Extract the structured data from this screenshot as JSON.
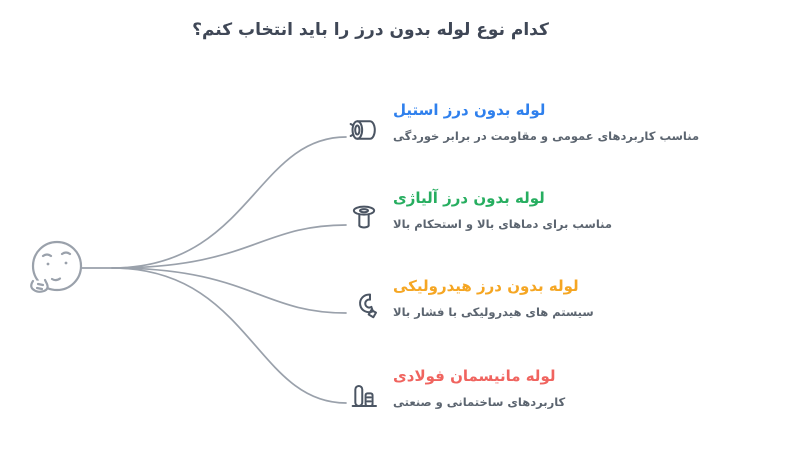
{
  "page": {
    "title": "کدام نوع لوله بدون درز را باید انتخاب کنم؟"
  },
  "colors": {
    "title": "#3f4756",
    "subtitle": "#5c6570",
    "connector": "#9aa1ab",
    "icon": "#4b5563"
  },
  "root": {
    "icon": "thinking-face-icon"
  },
  "branches": [
    {
      "title": "لوله بدون درز استیل",
      "subtitle": "مناسب کاربردهای عمومی و مقاومت در برابر خوردگی",
      "color": "#2f80ed",
      "icon": "steel-pipe-icon"
    },
    {
      "title": "لوله بدون درز آلیاژی",
      "subtitle": "مناسب برای دماهای بالا و استحکام بالا",
      "color": "#27ae60",
      "icon": "alloy-pipe-icon"
    },
    {
      "title": "لوله بدون درز هیدرولیکی",
      "subtitle": "سیستم های هیدرولیکی با فشار بالا",
      "color": "#f5a623",
      "icon": "hydraulic-pipe-icon"
    },
    {
      "title": "لوله مانیسمان فولادی",
      "subtitle": "کاربردهای ساختمانی و صنعتی",
      "color": "#f0645f",
      "icon": "construction-pipe-icon"
    }
  ]
}
